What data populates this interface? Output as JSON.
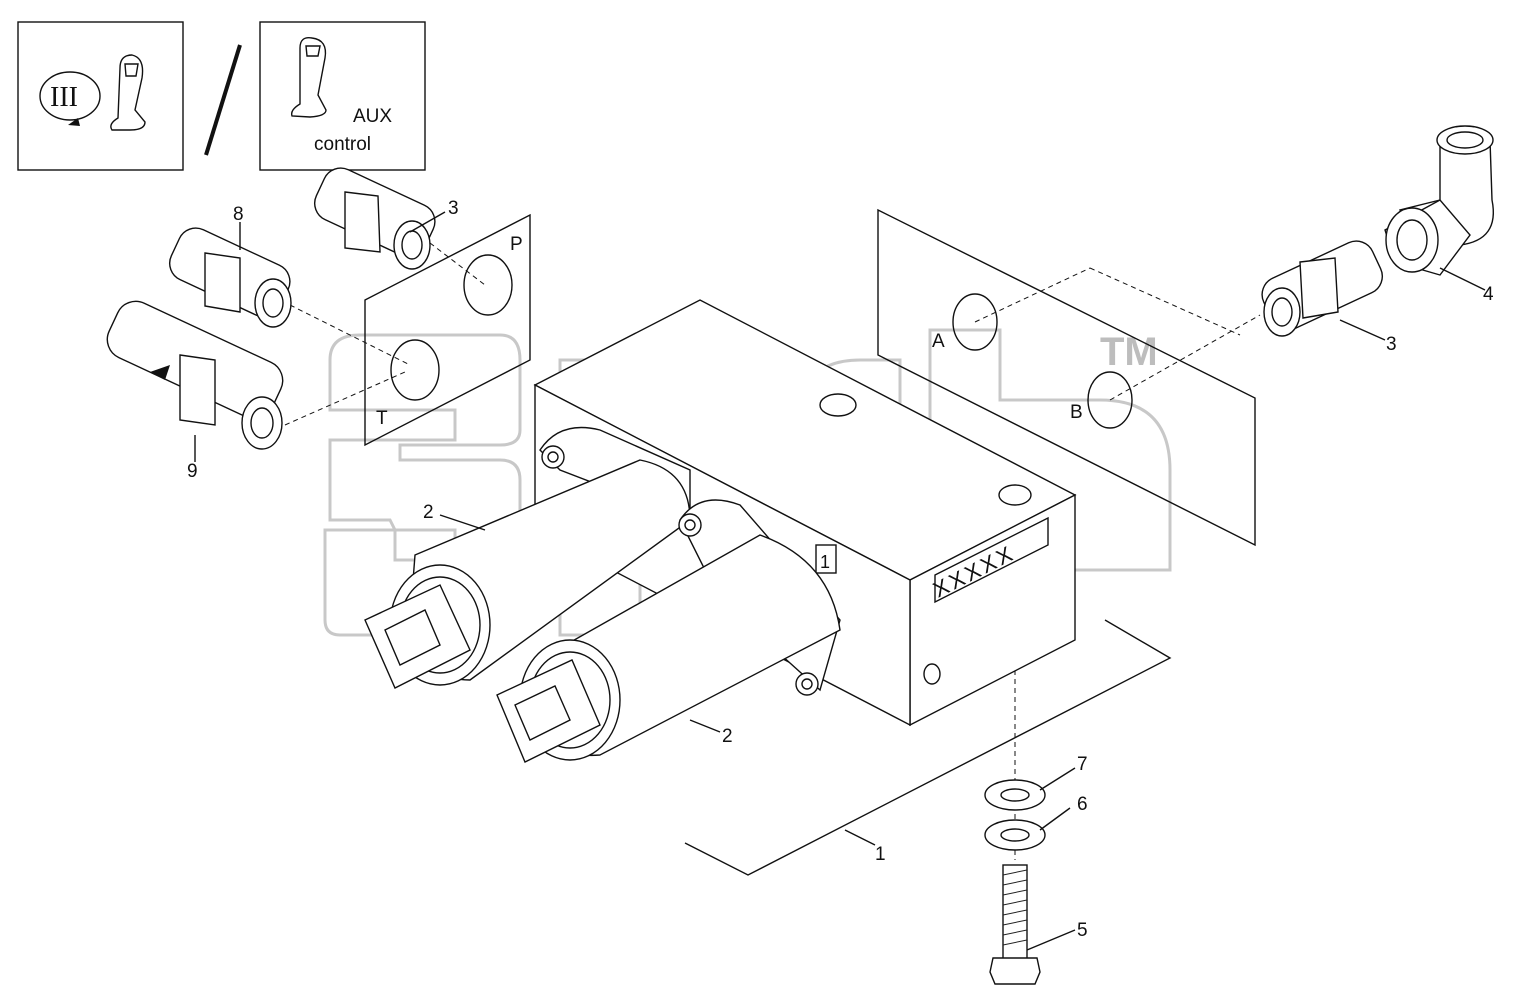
{
  "legend": {
    "roman_numeral": "III",
    "separator": "/",
    "aux_label": "AUX",
    "control_label": "control"
  },
  "ports": {
    "p": "P",
    "t": "T",
    "a": "A",
    "b": "B"
  },
  "block_marks": {
    "number": "1",
    "stamp": "XXXXX"
  },
  "watermark": {
    "trademark": "TM"
  },
  "callouts": {
    "c1": "1",
    "c2a": "2",
    "c2b": "2",
    "c3a": "3",
    "c3b": "3",
    "c4": "4",
    "c5": "5",
    "c6": "6",
    "c7": "7",
    "c8": "8",
    "c9": "9"
  }
}
